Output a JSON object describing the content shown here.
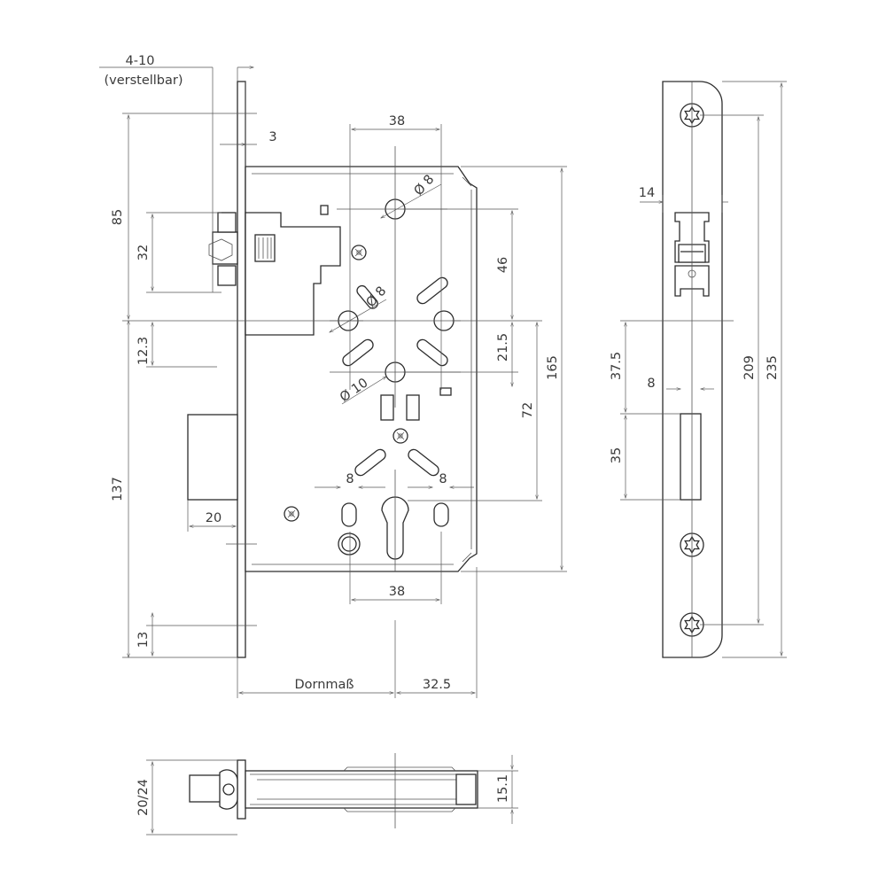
{
  "labels": {
    "adjust_range": "4-10",
    "adjust_note": "(verstellbar)",
    "dim_3": "3",
    "dim_38_top": "38",
    "dim_38_bottom": "38",
    "dim_85": "85",
    "dim_32": "32",
    "dim_12_3": "12.3",
    "dim_137": "137",
    "dim_13": "13",
    "dim_20": "20",
    "dim_8_left": "8",
    "dim_8_right": "8",
    "dim_46": "46",
    "dim_21_5": "21.5",
    "dim_72": "72",
    "dim_165": "165",
    "dia_8_top": "Ø 8",
    "dia_8_mid": "Ø 8",
    "dia_10": "Ø 10",
    "dornmass": "Dornmaß",
    "dim_32_5": "32.5",
    "strike_14": "14",
    "strike_8": "8",
    "strike_37_5": "37.5",
    "strike_35": "35",
    "strike_209": "209",
    "strike_235": "235",
    "bottom_20_24": "20/24",
    "bottom_15_1": "15.1"
  }
}
